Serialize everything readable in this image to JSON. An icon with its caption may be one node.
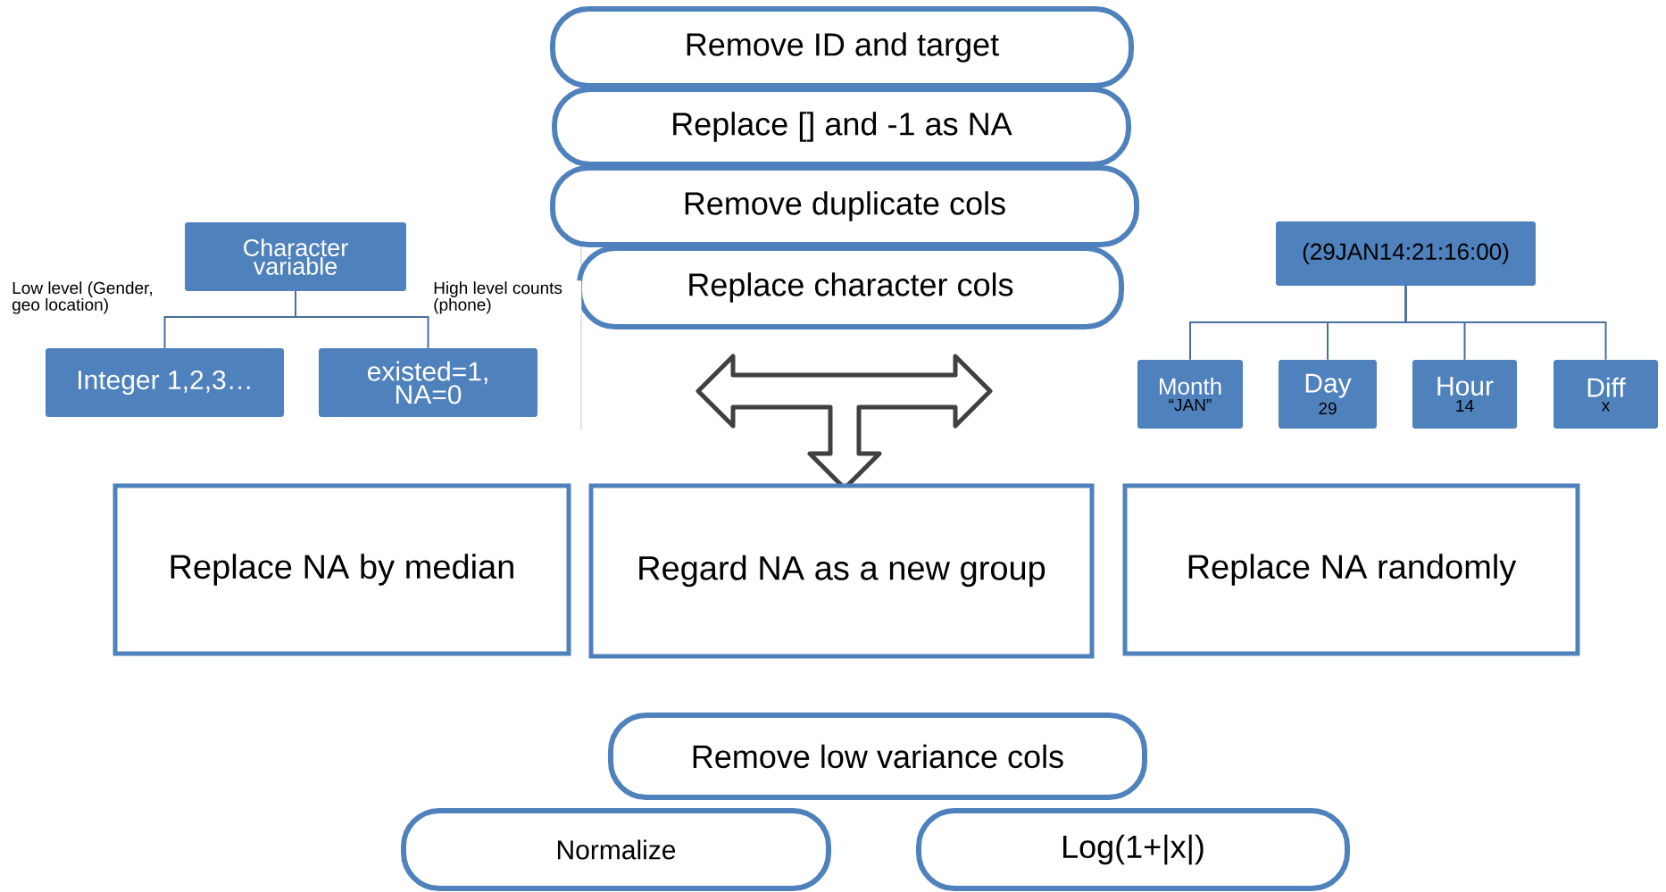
{
  "diagram": {
    "nodes": [
      {
        "text": [
          "Remove ID and target"
        ]
      },
      {
        "text": [
          "Replace [] and -1 as NA"
        ]
      },
      {
        "text": [
          "Remove  duplicate cols"
        ]
      },
      {
        "text": [
          "Replace character cols"
        ]
      },
      {
        "text": [
          "Character variable"
        ]
      },
      {
        "text": [
          "Integer 1,2,3…"
        ]
      },
      {
        "text": [
          "existed=1, NA=0"
        ]
      },
      {
        "text": [
          "(29JAN14:21:16:00)"
        ]
      },
      {
        "text": [
          "Month",
          "“JAN”"
        ]
      },
      {
        "text": [
          "Day",
          "29"
        ]
      },
      {
        "text": [
          "Hour",
          "14"
        ]
      },
      {
        "text": [
          "Diff",
          "x"
        ]
      },
      {
        "text": [
          "Replace NA by median"
        ]
      },
      {
        "text": [
          "Regard NA as a new group"
        ]
      },
      {
        "text": [
          "Replace NA randomly"
        ]
      },
      {
        "text": [
          "Remove low variance cols"
        ]
      },
      {
        "text": [
          "Normalize"
        ]
      },
      {
        "text": [
          "Log(1+|x|)"
        ]
      }
    ],
    "edges": [
      {
        "from": 4,
        "to": 5,
        "arrow": "none",
        "label": "Low level (Gender, geo location)"
      },
      {
        "from": 4,
        "to": 6,
        "arrow": "none",
        "label": "High level counts (phone)"
      },
      {
        "from": 7,
        "to": 8,
        "arrow": "none"
      },
      {
        "from": 7,
        "to": 9,
        "arrow": "none"
      },
      {
        "from": 7,
        "to": 10,
        "arrow": "none"
      },
      {
        "from": 7,
        "to": 11,
        "arrow": "none"
      }
    ]
  }
}
